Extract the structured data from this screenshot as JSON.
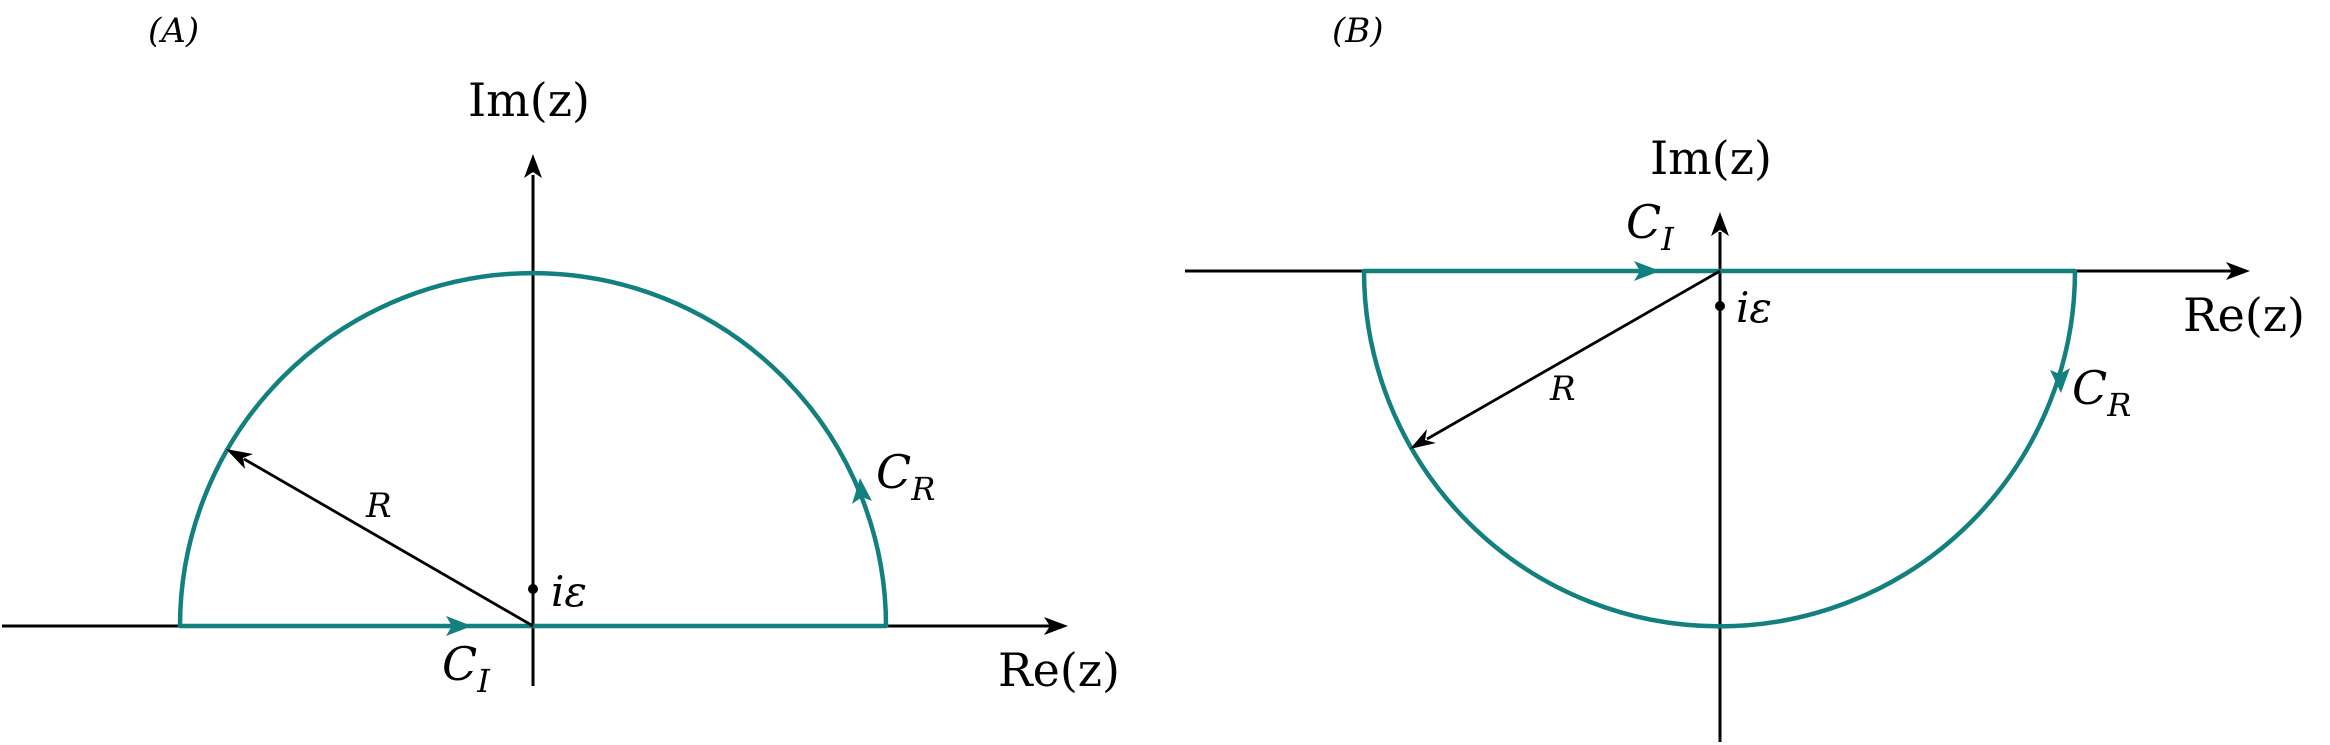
{
  "panels": [
    {
      "id": "A",
      "tag": "(A)",
      "imag_axis_label": "Im(z)",
      "real_axis_label": "Re(z)",
      "radius_label": "R",
      "point_label": "iε",
      "segment_label": "C",
      "segment_subscript": "I",
      "arc_label": "C",
      "arc_subscript": "R"
    },
    {
      "id": "B",
      "tag": "(B)",
      "imag_axis_label": "Im(z)",
      "real_axis_label": "Re(z)",
      "radius_label": "R",
      "point_label": "iε",
      "segment_label": "C",
      "segment_subscript": "I",
      "arc_label": "C",
      "arc_subscript": "R"
    }
  ],
  "colors": {
    "contour": "#138080",
    "axes": "#000000"
  }
}
